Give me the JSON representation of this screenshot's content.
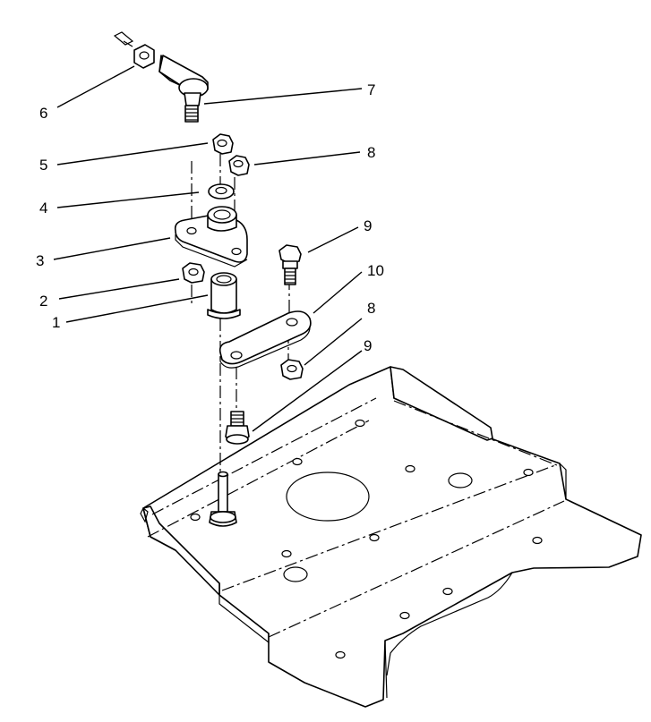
{
  "callouts": [
    {
      "id": "c1",
      "label": "1",
      "part": "spacer-bushing"
    },
    {
      "id": "c2",
      "label": "2",
      "part": "nut"
    },
    {
      "id": "c3",
      "label": "3",
      "part": "pivot-plate"
    },
    {
      "id": "c4",
      "label": "4",
      "part": "washer"
    },
    {
      "id": "c5",
      "label": "5",
      "part": "lock-nut"
    },
    {
      "id": "c6",
      "label": "6",
      "part": "jam-nut"
    },
    {
      "id": "c7",
      "label": "7",
      "part": "ball-joint"
    },
    {
      "id": "c8a",
      "label": "8",
      "part": "lock-nut"
    },
    {
      "id": "c9a",
      "label": "9",
      "part": "bolt"
    },
    {
      "id": "c10",
      "label": "10",
      "part": "link-plate"
    },
    {
      "id": "c8b",
      "label": "8",
      "part": "lock-nut"
    },
    {
      "id": "c9b",
      "label": "9",
      "part": "bolt"
    }
  ]
}
